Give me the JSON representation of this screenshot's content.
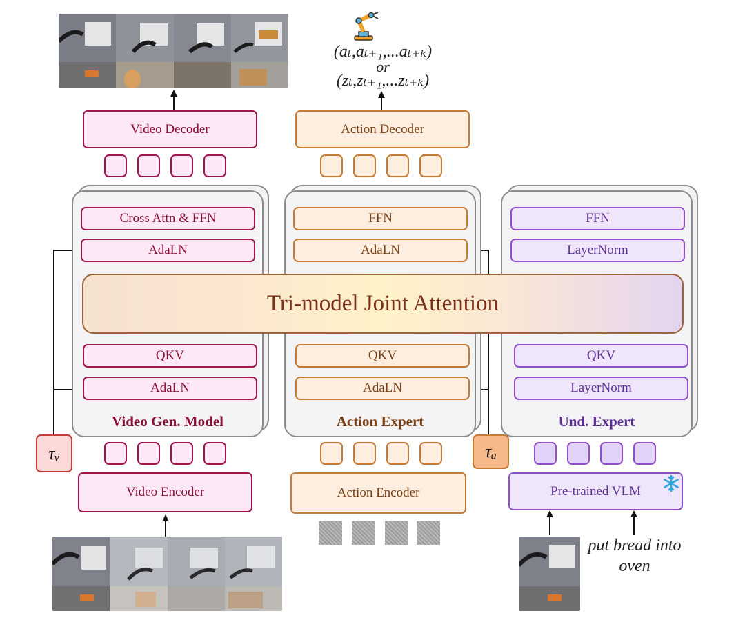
{
  "outputs": {
    "actions_line": "(aₜ,aₜ₊₁,...aₜ₊ₖ)",
    "or": "or",
    "latents_line": "(zₜ,zₜ₊₁,...zₜ₊ₖ)"
  },
  "video_model": {
    "decoder": "Video Decoder",
    "cross_attn": "Cross Attn & FFN",
    "adaln_top": "AdaLN",
    "qkv": "QKV",
    "adaln_bottom": "AdaLN",
    "title": "Video Gen. Model",
    "encoder": "Video Encoder",
    "tau": "τᵥ"
  },
  "action_expert": {
    "decoder": "Action Decoder",
    "ffn": "FFN",
    "adaln_top": "AdaLN",
    "qkv": "QKV",
    "adaln_bottom": "AdaLN",
    "title": "Action Expert",
    "encoder": "Action Encoder",
    "tau": "τₐ"
  },
  "und_expert": {
    "ffn": "FFN",
    "layernorm_top": "LayerNorm",
    "qkv": "QKV",
    "layernorm_bottom": "LayerNorm",
    "title": "Und. Expert",
    "vlm": "Pre-trained VLM",
    "instruction": "put bread into oven"
  },
  "joint_attention": "Tri-model Joint Attention",
  "colors": {
    "video": "#a01648",
    "action": "#c47b36",
    "understanding": "#8e4fc8"
  },
  "icons": [
    "robot-arm-icon",
    "snowflake-icon"
  ]
}
